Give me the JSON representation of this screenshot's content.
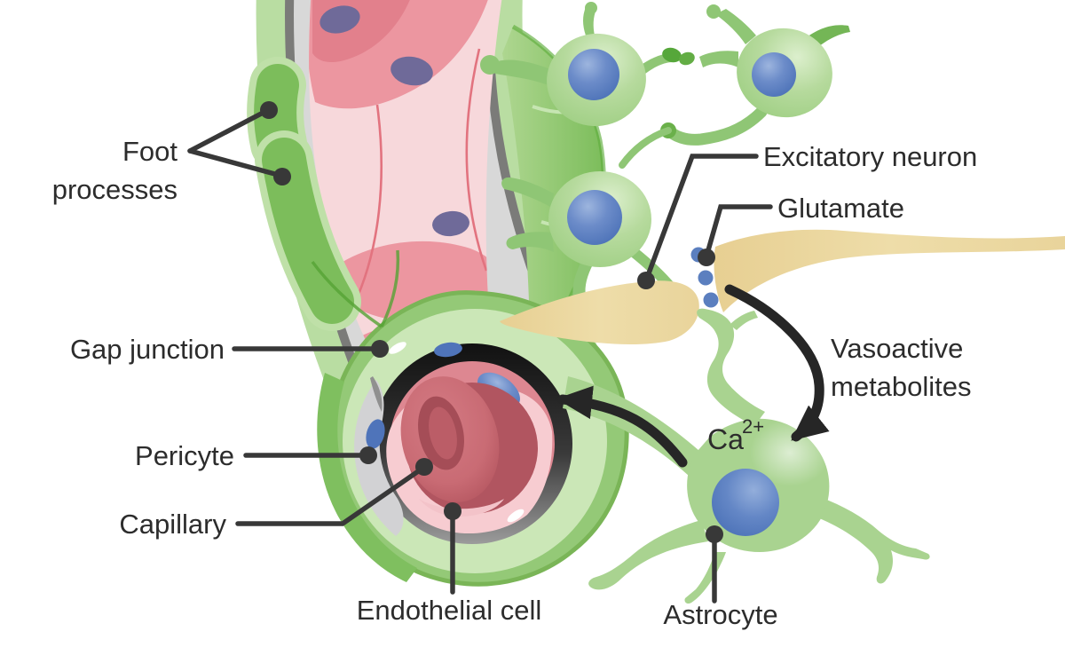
{
  "figure": {
    "type": "biology-diagram",
    "subject": "Neurovascular unit: astrocyte coupling neurons to a brain capillary"
  },
  "labels": {
    "foot_processes": {
      "text": "Foot processes",
      "line1": "Foot",
      "line2": "processes"
    },
    "gap_junction": {
      "text": "Gap junction"
    },
    "pericyte": {
      "text": "Pericyte"
    },
    "capillary": {
      "text": "Capillary"
    },
    "endothelial_cell": {
      "text": "Endothelial cell"
    },
    "excitatory_neuron": {
      "text": "Excitatory neuron"
    },
    "glutamate": {
      "text": "Glutamate"
    },
    "vasoactive_metabolites": {
      "text": "Vasoactive metabolites",
      "line1": "Vasoactive",
      "line2": "metabolites"
    },
    "calcium": {
      "text": "Ca2+",
      "base": "Ca",
      "sup": "2+"
    },
    "astrocyte": {
      "text": "Astrocyte"
    }
  },
  "colors": {
    "background": "#ffffff",
    "astrocyte_green": "#a9d390",
    "neuron_green_light": "#d9edc9",
    "neuron_green": "#9bcd7f",
    "process_green": "#8fc675",
    "dark_green_accent": "#56a73a",
    "foot_process_green": "#7cbd5b",
    "pale_green_ring": "#cbe7b7",
    "wrap_green": "#94c977",
    "vessel_interior_pink": "#f7d8db",
    "blood_cell_red": "#ec96a0",
    "endothelium_pink": "#f7ccd1",
    "endothelium_dark_pink": "#dd8791",
    "lumen_red": "#b15560",
    "erythrocyte_red": "#c96b74",
    "cell_nucleus_purple": "#6f6a99",
    "nucleus_blue": "#4f74ba",
    "glutamate_dot_blue": "#5b7fbf",
    "pericyte_gray": "#d2d2d4",
    "basement_membrane_gray": "#7b7b79",
    "dark_ring_black": "#161616",
    "synapse_tan": "#e9d49b",
    "arrow_black": "#262626",
    "leader_line": "#383838",
    "label_text": "#2c2c2c"
  }
}
